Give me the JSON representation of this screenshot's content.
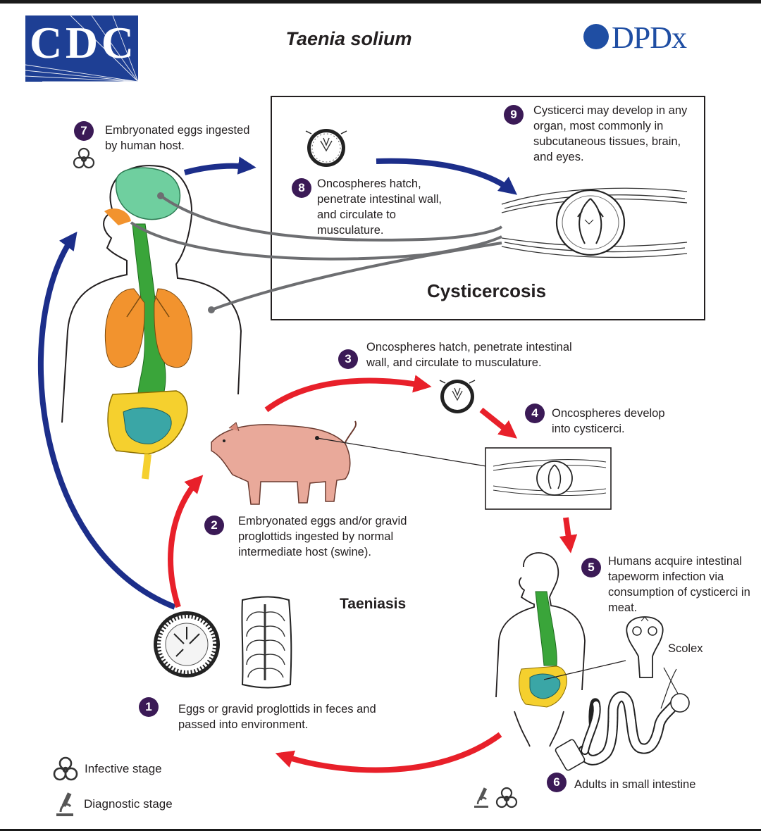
{
  "header": {
    "title": "Taenia solium",
    "cdc_logo_text": "CDC",
    "dpdx_logo_text": "DPDx"
  },
  "steps": [
    {
      "number": "1",
      "text": "Eggs or gravid proglottids in feces and passed into environment."
    },
    {
      "number": "2",
      "text": "Embryonated eggs and/or gravid proglottids ingested by normal intermediate host (swine)."
    },
    {
      "number": "3",
      "text": "Oncospheres hatch, penetrate intestinal wall, and circulate to musculature."
    },
    {
      "number": "4",
      "text": "Oncospheres develop into cysticerci."
    },
    {
      "number": "5",
      "text": "Humans acquire intestinal tapeworm infection via consumption of cysticerci in meat."
    },
    {
      "number": "6",
      "text": "Adults in small intestine"
    },
    {
      "number": "7",
      "text": "Embryonated eggs ingested by human host."
    },
    {
      "number": "8",
      "text": "Oncospheres hatch, penetrate intestinal wall, and circulate to musculature."
    },
    {
      "number": "9",
      "text": "Cysticerci may develop in any organ, most commonly in subcutaneous tissues, brain, and eyes."
    }
  ],
  "sections": {
    "cysticercosis": "Cysticercosis",
    "taeniasis": "Taeniasis"
  },
  "labels": {
    "scolex": "Scolex"
  },
  "legend": {
    "infective": "Infective stage",
    "diagnostic": "Diagnostic stage"
  },
  "colors": {
    "purple_badge": "#3b1a56",
    "blue_arrow": "#1c2e8a",
    "red_arrow": "#e8202a",
    "gray_line": "#6d6e71",
    "cdc_blue": "#1e3f94",
    "brain": "#6fcf9f",
    "lungs": "#f2932e",
    "esophagus": "#3aa53a",
    "large_intestine": "#f5d02e",
    "small_intestine": "#3aa6a6",
    "pig": "#e9a99a"
  },
  "icons": {
    "biohazard": "biohazard-icon",
    "microscope": "microscope-icon"
  }
}
